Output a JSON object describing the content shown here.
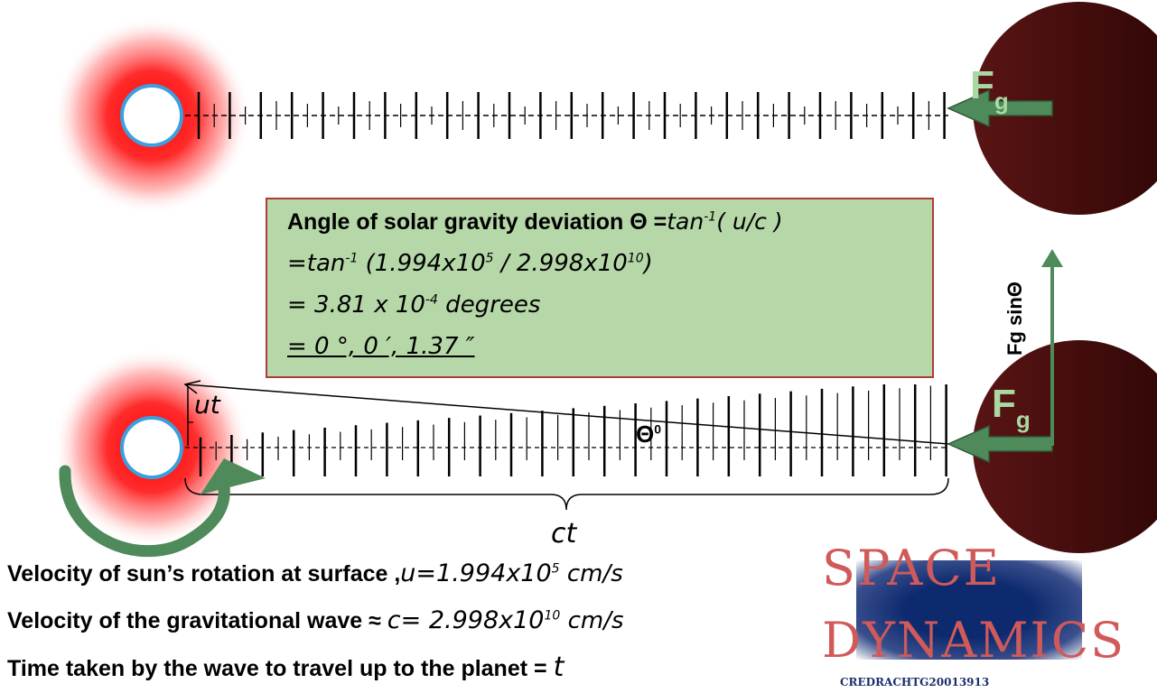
{
  "labels": {
    "force_top_main": "F",
    "force_top_sub": "g",
    "force_bottom_main": "F",
    "force_bottom_sub": "g",
    "force_vertical": "Fg sinΘ",
    "ut": "ut",
    "ct": "ct",
    "theta": "Θ",
    "theta_degree": "0"
  },
  "formula_box": {
    "line1_bold": "Angle of solar gravity deviation ",
    "line1_theta": "Θ =",
    "line1_func": "tan",
    "line1_exp": "-1",
    "line1_arg": "( u/c )",
    "line2_prefix": "=tan",
    "line2_exp": "-1",
    "line2_open": " (1.994x10",
    "line2_exp5": "5",
    "line2_mid": " / 2.998x10",
    "line2_exp10": "10",
    "line2_close": ")",
    "line3_prefix": "= 3.81 x 10",
    "line3_exp": "-4",
    "line3_suffix": " degrees",
    "line4": "= 0 °, 0 ′, 1.37 ″"
  },
  "bottom": {
    "row1_bold": "Velocity of sun’s rotation at surface ,",
    "row1_hand": "u=1.994x10",
    "row1_exp": "5",
    "row1_unit": " cm/s",
    "row2_bold": "Velocity of the gravitational wave  ≈ ",
    "row2_hand": "c= 2.998x10",
    "row2_exp": "10",
    "row2_unit": " cm/s",
    "row3_bold": "Time taken by the wave to travel up to the planet = ",
    "row3_hand": "t"
  },
  "logo": {
    "line1": "SPACE",
    "line2": "DYNAMICS",
    "code": "CREDRACHTG20013913"
  },
  "colors": {
    "sun_glow": "#ff1a1a",
    "sun_ring": "#3aa0e0",
    "planet": "#4a0c0c",
    "arrow_green": "#4f8a5a",
    "box_fill": "#b6d7a8",
    "box_border": "#b23a3a"
  }
}
